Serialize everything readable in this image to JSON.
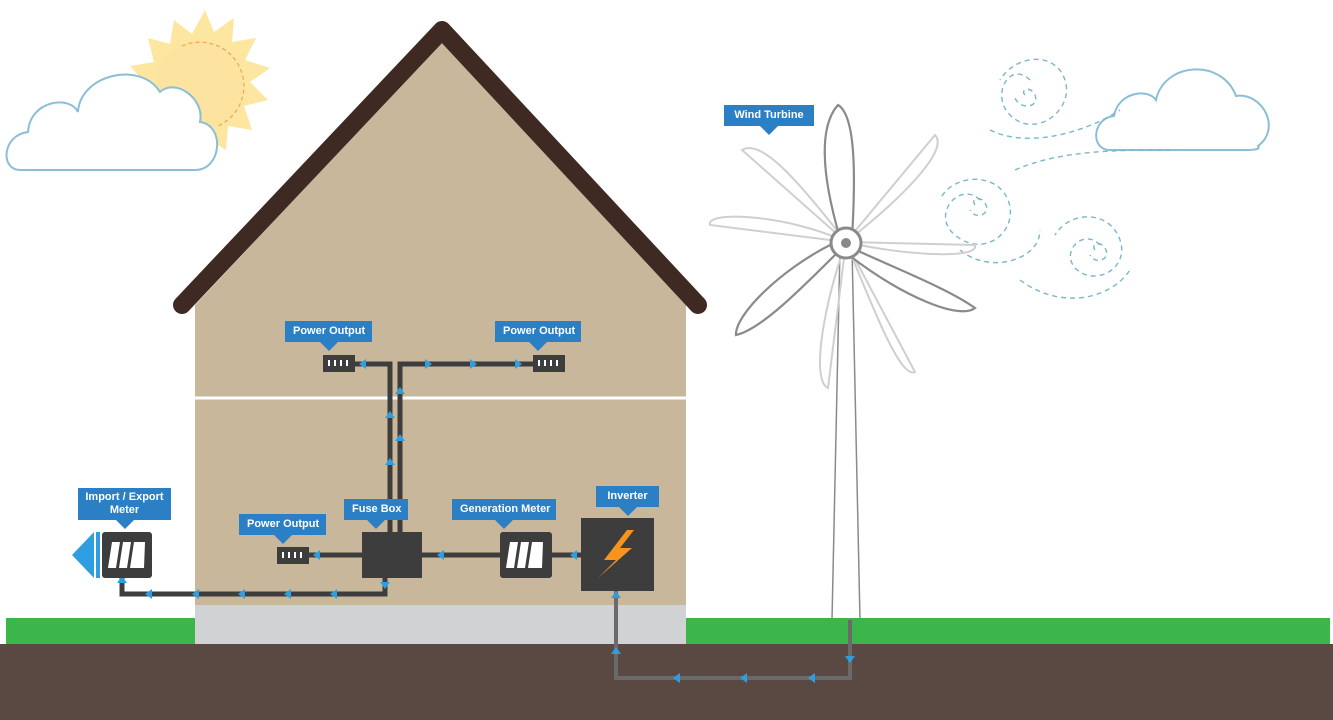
{
  "labels": {
    "wind_turbine": "Wind Turbine",
    "power_output_left": "Power Output",
    "power_output_right": "Power Output",
    "power_output_lower": "Power Output",
    "fuse_box": "Fuse Box",
    "generation_meter": "Generation Meter",
    "inverter": "Inverter",
    "import_export_meter_line1": "Import / Export",
    "import_export_meter_line2": "Meter"
  },
  "colors": {
    "sky": "#ffffff",
    "grass": "#3cb54a",
    "soil": "#5a4942",
    "house_wall": "#c9b79c",
    "roof": "#3e2a22",
    "foundation": "#d1d2d4",
    "wire": "#3d3d3d",
    "arrow": "#2f9ee0",
    "label_bg": "#2b7fc4",
    "sun": "#fde6a0",
    "cloud_stroke": "#8bbfd6",
    "wind_swirl": "#7ab6cc",
    "inverter_bolt": "#f7941d"
  },
  "icons": [
    "sun-icon",
    "cloud-icon",
    "wind-swirl-icon",
    "wind-turbine-icon",
    "lightning-bolt-icon",
    "meter-icon",
    "power-socket-icon",
    "fuse-box-icon",
    "export-arrow-icon"
  ]
}
